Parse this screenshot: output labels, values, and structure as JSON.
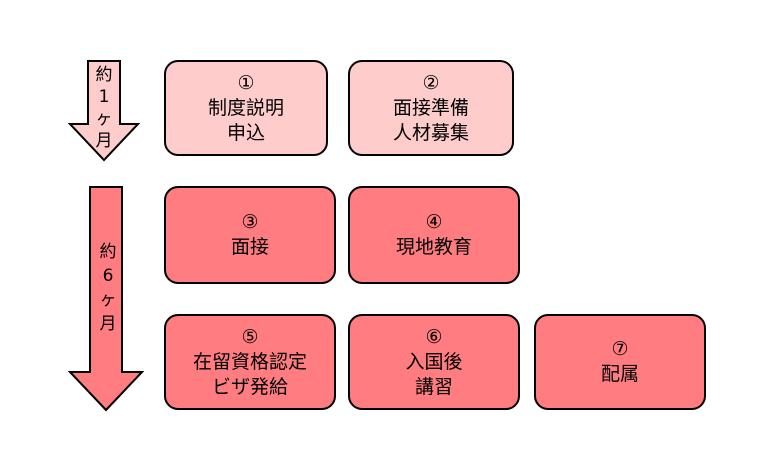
{
  "colors": {
    "light_fill": "#ffcccc",
    "dark_fill": "#ff7c80",
    "stroke": "#000000"
  },
  "arrows": {
    "phase1": {
      "chars": [
        "約",
        "1",
        "ヶ",
        "月"
      ]
    },
    "phase2": {
      "chars": [
        "約",
        "6",
        "ヶ",
        "月"
      ]
    }
  },
  "steps": [
    {
      "num": "①",
      "lines": [
        "制度説明",
        "申込"
      ]
    },
    {
      "num": "②",
      "lines": [
        "面接準備",
        "人材募集"
      ]
    },
    {
      "num": "③",
      "lines": [
        "面接"
      ]
    },
    {
      "num": "④",
      "lines": [
        "現地教育"
      ]
    },
    {
      "num": "⑤",
      "lines": [
        "在留資格認定",
        "ビザ発給"
      ]
    },
    {
      "num": "⑥",
      "lines": [
        "入国後",
        "講習"
      ]
    },
    {
      "num": "⑦",
      "lines": [
        "配属"
      ]
    }
  ]
}
